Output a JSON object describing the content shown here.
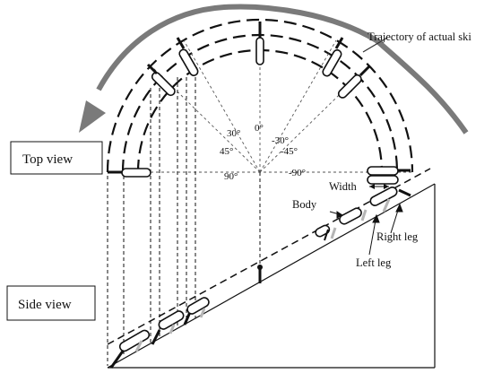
{
  "labels": {
    "trajectory": "Trajectory of actual ski",
    "top_view": "Top view",
    "side_view": "Side view",
    "width": "Width",
    "body": "Body",
    "right_leg": "Right leg",
    "left_leg": "Left leg"
  },
  "angles": {
    "a_30_left": "30°",
    "a_45_left": "45°",
    "a_0": "0°",
    "a_neg30": "-30°",
    "a_neg45": "-45°",
    "a_90_left": "90°",
    "a_neg90": "-90°"
  },
  "colors": {
    "line": "#111111",
    "trajectory": "#7a7a7a",
    "gray_leg": "#b5b5b5"
  }
}
